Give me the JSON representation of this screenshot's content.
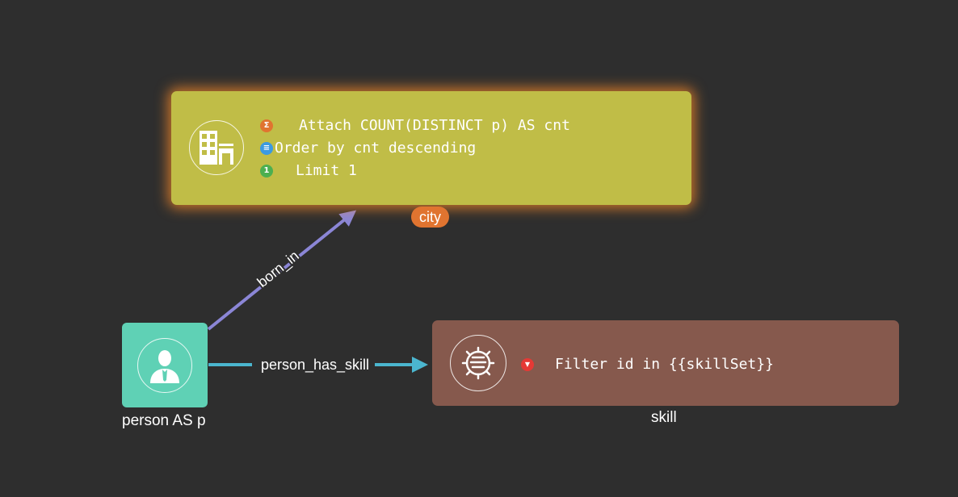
{
  "nodes": {
    "city": {
      "label": "city",
      "icon": "building-icon",
      "color": "#c0bd47",
      "badge_color": "#e07430",
      "operations": [
        {
          "icon": "sum-icon",
          "icon_glyph": "Σ",
          "icon_color": "#e07430",
          "text": "Attach COUNT(DISTINCT p) AS cnt"
        },
        {
          "icon": "sort-icon",
          "icon_glyph": "≡",
          "icon_color": "#3b9ae1",
          "text": "Order by cnt descending"
        },
        {
          "icon": "limit-icon",
          "icon_glyph": "1",
          "icon_color": "#4caf50",
          "text": "Limit 1"
        }
      ]
    },
    "person": {
      "label": "person AS p",
      "icon": "person-icon",
      "color": "#5fd1b5"
    },
    "skill": {
      "label": "skill",
      "icon": "brain-icon",
      "color": "#86594d",
      "operations": [
        {
          "icon": "filter-icon",
          "icon_glyph": "▼",
          "icon_color": "#e53935",
          "text": "Filter id in {{skillSet}}"
        }
      ]
    }
  },
  "edges": [
    {
      "label": "born_in",
      "from": "person",
      "to": "city",
      "color": "#8b86d6"
    },
    {
      "label": "person_has_skill",
      "from": "person",
      "to": "skill",
      "color": "#4bb6cf"
    }
  ]
}
